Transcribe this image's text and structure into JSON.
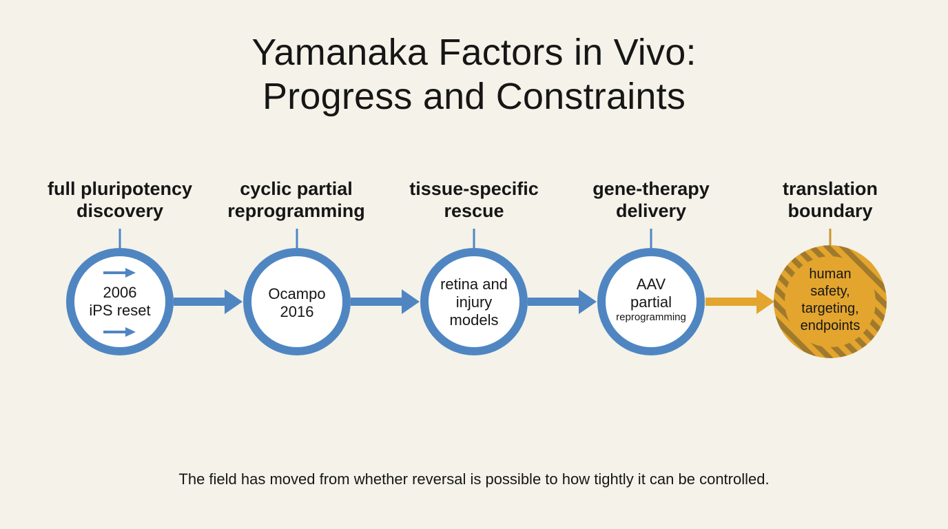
{
  "title": {
    "line1": "Yamanaka Factors in Vivo:",
    "line2": "Progress and Constraints"
  },
  "colors": {
    "background": "#f4f2e9",
    "stage_blue": "#4f86c2",
    "boundary_gold": "#e3a52e",
    "boundary_stripe": "#a07a2c"
  },
  "stages": [
    {
      "label_line1": "full pluripotency",
      "label_line2": "discovery",
      "text_lines": [
        "2006",
        "iPS reset"
      ],
      "icons": [
        "arrow-right-icon",
        "arrow-right-icon"
      ]
    },
    {
      "label_line1": "cyclic partial",
      "label_line2": "reprogramming",
      "text_lines": [
        "Ocampo",
        "2016"
      ]
    },
    {
      "label_line1": "tissue-specific",
      "label_line2": "rescue",
      "text_lines": [
        "retina and",
        "injury",
        "models"
      ]
    },
    {
      "label_line1": "gene-therapy",
      "label_line2": "delivery",
      "text_lines": [
        "AAV",
        "partial",
        "reprogramming"
      ]
    },
    {
      "label_line1": "translation",
      "label_line2": "boundary",
      "text_lines": [
        "human",
        "safety,",
        "targeting,",
        "endpoints"
      ]
    }
  ],
  "caption": "The field has moved from whether reversal is possible to how tightly it can be controlled."
}
